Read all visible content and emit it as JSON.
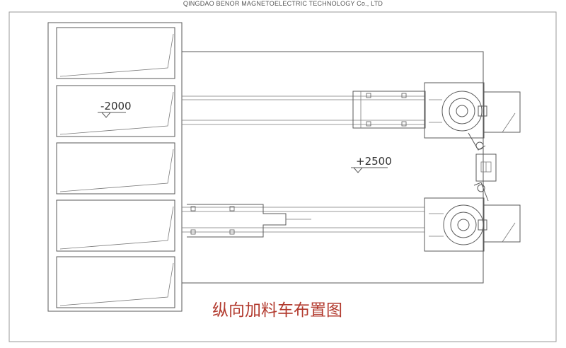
{
  "header": {
    "company": "QINGDAO BENOR MAGNETOELECTRIC TECHNOLOGY Co., LTD"
  },
  "diagram": {
    "level_left": "-2000",
    "level_center": "+2500",
    "caption": "纵向加料车布置图"
  },
  "colors": {
    "line": "#5a5a5a",
    "caption": "#b23a2e",
    "frame": "#9a9a9a"
  }
}
